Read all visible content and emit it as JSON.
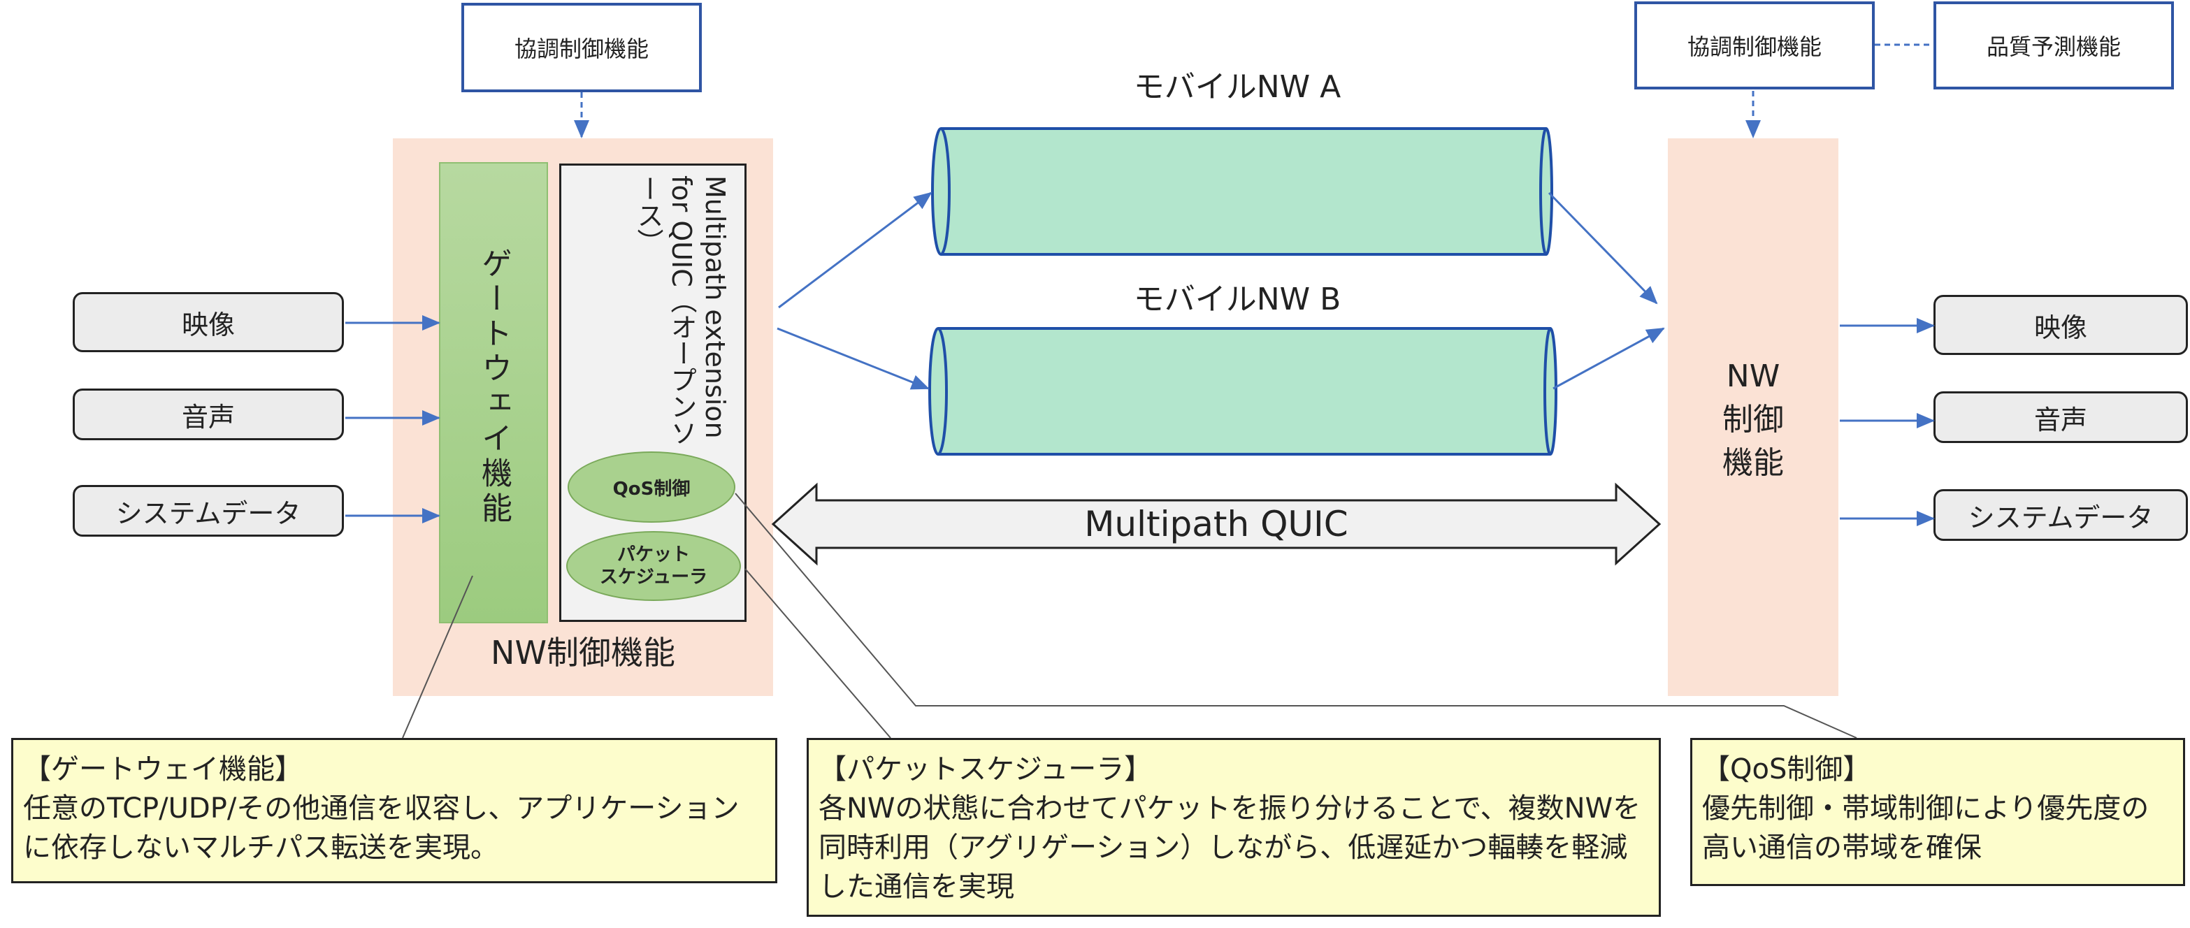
{
  "top_boxes": {
    "left_coordination": "協調制御機能",
    "right_coordination": "協調制御機能",
    "quality_prediction": "品質予測機能"
  },
  "left_inputs": [
    "映像",
    "音声",
    "システムデータ"
  ],
  "right_outputs": [
    "映像",
    "音声",
    "システムデータ"
  ],
  "left_node": {
    "title": "NW制御機能",
    "gateway": "ゲートウェイ機能",
    "mpquic": "Multipath extension for QUIC（オープンソース）",
    "qos": "QoS制御",
    "scheduler_line1": "パケット",
    "scheduler_line2": "スケジューラ"
  },
  "networks": {
    "a_label": "モバイルNW  A",
    "b_label": "モバイルNW B"
  },
  "multipath_label": "Multipath QUIC",
  "right_node": {
    "line1": "NW",
    "line2": "制御",
    "line3": "機能"
  },
  "notes": {
    "gateway": "【ゲートウェイ機能】\n任意のTCP/UDP/その他通信を収容し、アプリケーションに依存しないマルチパス転送を実現。",
    "scheduler": "【パケットスケジューラ】\n各NWの状態に合わせてパケットを振り分けることで、複数NWを同時利用（アグリゲーション）しながら、低遅延かつ輻輳を軽減した通信を実現",
    "qos": "【QoS制御】\n優先制御・帯域制御により優先度の高い通信の帯域を確保"
  },
  "colors": {
    "box_border": "#2f55a4",
    "arrow": "#4472c4",
    "peach": "#fbe2d5",
    "gateway_green": "#a9d18e",
    "tube_fill": "#b3e6cd",
    "tube_border": "#1f4fa8",
    "ellipse_green": "#a9d18e",
    "note_fill": "#fdfdcc"
  }
}
